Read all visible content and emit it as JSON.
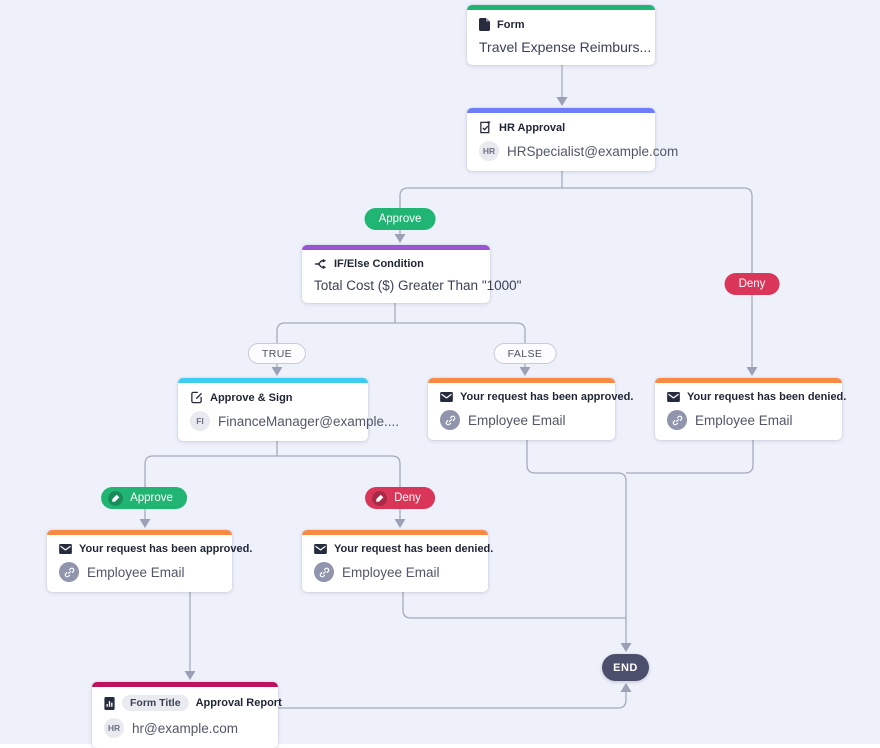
{
  "colors": {
    "canvas_bg": "#eef0fa",
    "green": "#21b573",
    "red": "#d9365a",
    "blue": "#6d7ef6",
    "purple": "#9a55d4",
    "cyan": "#3ecdf0",
    "orange": "#f88a44",
    "crimson": "#bf125d",
    "end_bg": "#4c4f6b",
    "connector": "#a6aabc"
  },
  "nodes": {
    "form": {
      "type_label": "Form",
      "title": "Travel Expense Reimburs..."
    },
    "hr_approval": {
      "title": "HR Approval",
      "avatar": "HR",
      "assignee": "HRSpecialist@example.com"
    },
    "if_else": {
      "title": "IF/Else Condition",
      "condition": "Total Cost ($) Greater Than \"1000\""
    },
    "approve_sign": {
      "title": "Approve & Sign",
      "avatar": "FI",
      "assignee": "FinanceManager@example...."
    },
    "email_approved_false": {
      "title": "Your request has been approved.",
      "recipient": "Employee Email"
    },
    "email_denied_right": {
      "title": "Your request has been denied.",
      "recipient": "Employee Email"
    },
    "email_approved_left": {
      "title": "Your request has been approved.",
      "recipient": "Employee Email"
    },
    "email_denied_mid": {
      "title": "Your request has been denied.",
      "recipient": "Employee Email"
    },
    "report": {
      "badge": "Form Title",
      "title": "Approval Report",
      "avatar": "HR",
      "assignee": "hr@example.com"
    },
    "end": {
      "label": "END"
    }
  },
  "branch_labels": {
    "approve1": "Approve",
    "deny1": "Deny",
    "true_label": "TRUE",
    "false_label": "FALSE",
    "approve2": "Approve",
    "deny2": "Deny"
  }
}
